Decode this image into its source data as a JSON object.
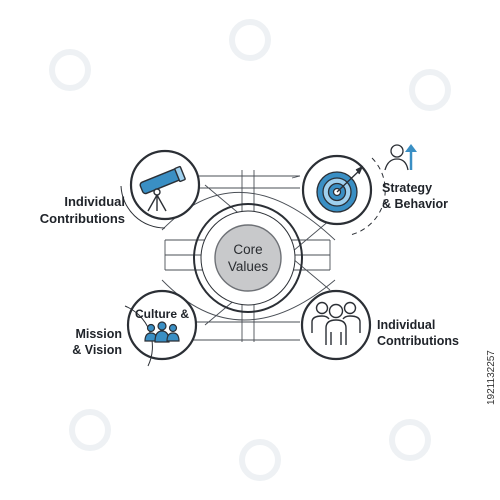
{
  "center": {
    "line1": "Core",
    "line2": "Values"
  },
  "nodes": {
    "top_left": {
      "line1": "Individual",
      "line2": "Contributions",
      "icon": "telescope-icon"
    },
    "top_right": {
      "line1": "Strategy",
      "line2": "& Behavior",
      "icon": "target-icon",
      "badge_icon": "person-growth-icon"
    },
    "bottom_left": {
      "inner_label": "Culture &",
      "line1": "Mission",
      "line2": "& Vision",
      "icon": "group-icon"
    },
    "bottom_right": {
      "line1": "Individual",
      "line2": "Contributions",
      "icon": "team-icon"
    }
  },
  "stock_id": "1921132257",
  "colors": {
    "accent": "#3a8fc4",
    "accent_light": "#9fd0ee",
    "line": "#2b2f35",
    "core_fill": "#c8c9cb"
  }
}
